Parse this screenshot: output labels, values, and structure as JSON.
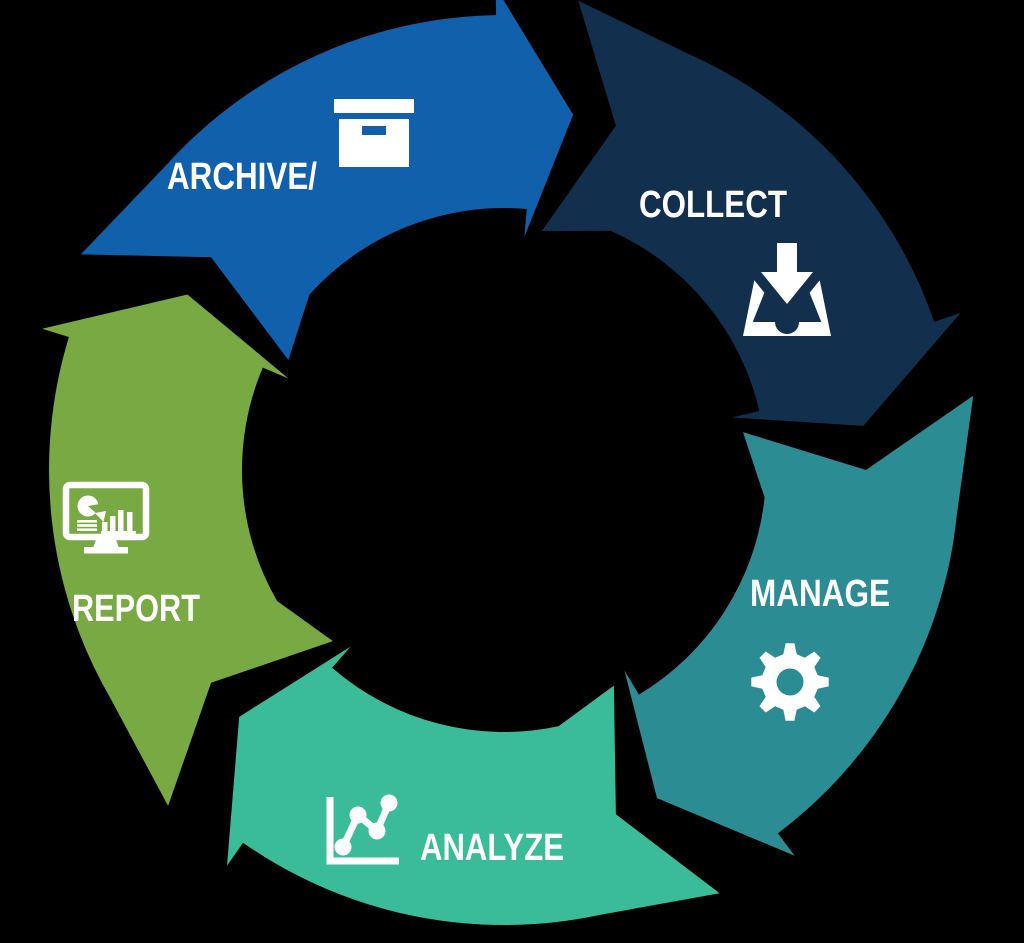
{
  "diagram": {
    "type": "cycle-arrow-diagram",
    "direction": "clockwise",
    "background_color": "#000000",
    "label_color": "#ffffff",
    "icon_color": "#ffffff",
    "segments": [
      {
        "id": "archive",
        "label": "ARCHIVE/",
        "color": "#1160ac",
        "icon": "archive-box-icon"
      },
      {
        "id": "collect",
        "label": "COLLECT",
        "color": "#12304e",
        "icon": "inbox-download-icon"
      },
      {
        "id": "manage",
        "label": "MANAGE",
        "color": "#2b8d93",
        "icon": "gear-icon"
      },
      {
        "id": "analyze",
        "label": "ANALYZE",
        "color": "#3abc99",
        "icon": "line-chart-icon"
      },
      {
        "id": "report",
        "label": "REPORT",
        "color": "#78a943",
        "icon": "report-monitor-icon"
      }
    ]
  }
}
